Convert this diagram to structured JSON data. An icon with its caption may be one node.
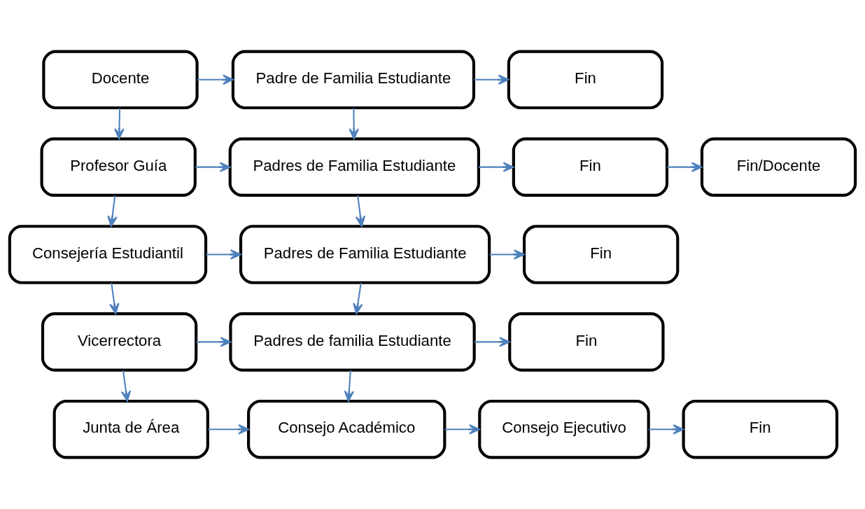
{
  "diagram": {
    "nodes": [
      {
        "text": [
          "Docente"
        ]
      },
      {
        "text": [
          "Padre de Familia Estudiante"
        ]
      },
      {
        "text": [
          "Fin"
        ]
      },
      {
        "text": [
          "Profesor Guía"
        ]
      },
      {
        "text": [
          "Padres de Familia Estudiante"
        ]
      },
      {
        "text": [
          "Fin"
        ]
      },
      {
        "text": [
          "Fin/Docente"
        ]
      },
      {
        "text": [
          "Consejería Estudiantil"
        ]
      },
      {
        "text": [
          "Padres de Familia Estudiante"
        ]
      },
      {
        "text": [
          "Fin"
        ]
      },
      {
        "text": [
          "Vicerrectora"
        ]
      },
      {
        "text": [
          "Padres de familia Estudiante"
        ]
      },
      {
        "text": [
          "Fin"
        ]
      },
      {
        "text": [
          "Junta de Área"
        ]
      },
      {
        "text": [
          "Consejo Académico"
        ]
      },
      {
        "text": [
          "Consejo Ejecutivo"
        ]
      },
      {
        "text": [
          "Fin"
        ]
      }
    ],
    "edges": [
      {
        "from": 0,
        "to": 1,
        "arrow": "to"
      },
      {
        "from": 1,
        "to": 2,
        "arrow": "to"
      },
      {
        "from": 0,
        "to": 3,
        "arrow": "to"
      },
      {
        "from": 1,
        "to": 4,
        "arrow": "to"
      },
      {
        "from": 3,
        "to": 4,
        "arrow": "to"
      },
      {
        "from": 4,
        "to": 5,
        "arrow": "to"
      },
      {
        "from": 5,
        "to": 6,
        "arrow": "to"
      },
      {
        "from": 3,
        "to": 7,
        "arrow": "to"
      },
      {
        "from": 4,
        "to": 8,
        "arrow": "to"
      },
      {
        "from": 7,
        "to": 8,
        "arrow": "to"
      },
      {
        "from": 8,
        "to": 9,
        "arrow": "to"
      },
      {
        "from": 7,
        "to": 10,
        "arrow": "to"
      },
      {
        "from": 8,
        "to": 11,
        "arrow": "to"
      },
      {
        "from": 10,
        "to": 11,
        "arrow": "to"
      },
      {
        "from": 11,
        "to": 12,
        "arrow": "to"
      },
      {
        "from": 10,
        "to": 13,
        "arrow": "to"
      },
      {
        "from": 11,
        "to": 14,
        "arrow": "to"
      },
      {
        "from": 13,
        "to": 14,
        "arrow": "to"
      },
      {
        "from": 14,
        "to": 15,
        "arrow": "to"
      },
      {
        "from": 15,
        "to": 16,
        "arrow": "to"
      }
    ]
  }
}
